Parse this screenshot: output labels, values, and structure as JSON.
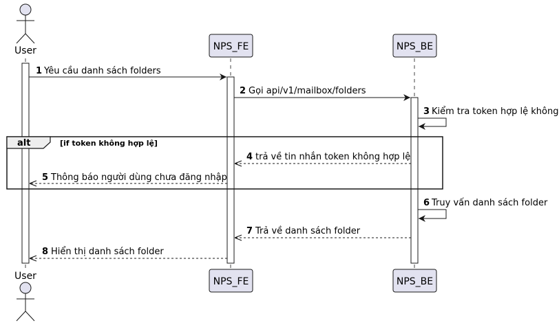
{
  "participants": {
    "user": "User",
    "fe": "NPS_FE",
    "be": "NPS_BE"
  },
  "messages": [
    {
      "num": "1",
      "text": "Yêu cầu danh sách folders"
    },
    {
      "num": "2",
      "text": "Gọi api/v1/mailbox/folders"
    },
    {
      "num": "3",
      "text": "Kiểm tra token hợp lệ không"
    },
    {
      "num": "4",
      "text": "trả về tin nhắn token không hợp lệ"
    },
    {
      "num": "5",
      "text": "Thông báo người dùng chưa đăng nhập"
    },
    {
      "num": "6",
      "text": "Truy vấn danh sách folder"
    },
    {
      "num": "7",
      "text": "Trả về danh sách folder"
    },
    {
      "num": "8",
      "text": "Hiển thị danh sách folder"
    }
  ],
  "alt_frame": {
    "keyword": "alt",
    "condition": "[if token không hợp lệ]"
  },
  "colors": {
    "participant_fill": "#e2e2f0",
    "participant_stroke": "#181818",
    "line": "#181818"
  }
}
